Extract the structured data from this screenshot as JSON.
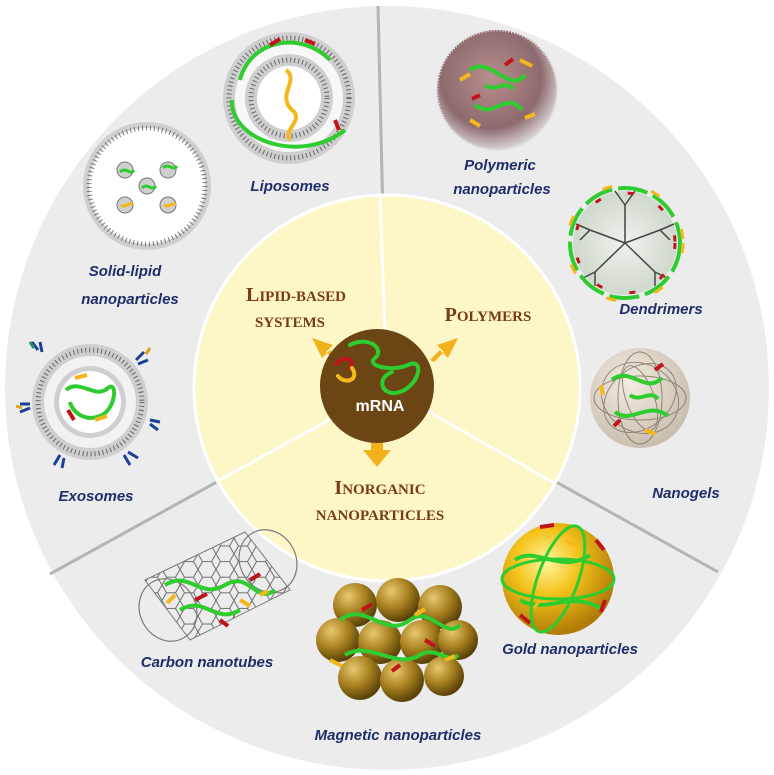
{
  "center": {
    "label": "mRNA"
  },
  "categories": {
    "lipid": {
      "line1_initial": "L",
      "line1_rest": "IPID-BASED",
      "line2": "SYSTEMS"
    },
    "polymers": {
      "initial": "P",
      "rest": "OLYMERS"
    },
    "inorganic": {
      "line1_initial": "I",
      "line1_rest": "NORGANIC",
      "line2": "NANOPARTICLES"
    }
  },
  "items": {
    "liposomes": "Liposomes",
    "solid_lipid_1": "Solid-lipid",
    "solid_lipid_2": "nanoparticles",
    "exosomes": "Exosomes",
    "polymeric_1": "Polymeric",
    "polymeric_2": "nanoparticles",
    "dendrimers": "Dendrimers",
    "nanogels": "Nanogels",
    "carbon_nanotubes": "Carbon nanotubes",
    "magnetic_nanoparticles": "Magnetic nanoparticles",
    "gold_nanoparticles": "Gold nanoparticles"
  },
  "colors": {
    "outer_disk": "#ececec",
    "inner_disk": "#fdf6c6",
    "center": "#6b4514",
    "arrow": "#f2b21b",
    "divider": "#b4b4b4",
    "label": "#1f2d6b",
    "category": "#7a3a14",
    "mrna_green": "#2ecc2e",
    "mrna_red": "#c0141b",
    "mrna_yellow": "#f5b81c"
  }
}
